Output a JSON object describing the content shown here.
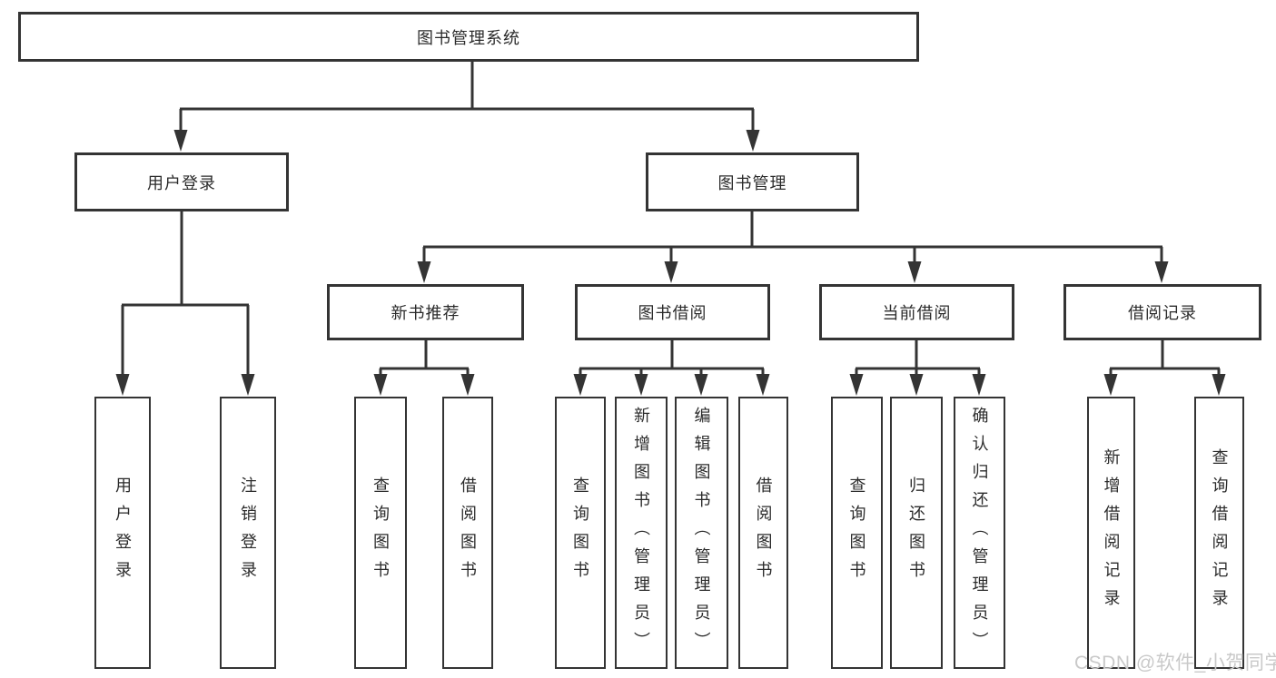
{
  "colors": {
    "line": "#343434",
    "border": "#343434",
    "text": "#2b2b2b",
    "watermark": "#c9c9c9",
    "background": "#ffffff"
  },
  "watermark": {
    "text": "CSDN @软件_小贺同学"
  },
  "tree": {
    "label": "图书管理系统",
    "children": [
      {
        "label": "用户登录",
        "children": [
          {
            "label": "用户登录"
          },
          {
            "label": "注销登录"
          }
        ]
      },
      {
        "label": "图书管理",
        "children": [
          {
            "label": "新书推荐",
            "children": [
              {
                "label": "查询图书"
              },
              {
                "label": "借阅图书"
              }
            ]
          },
          {
            "label": "图书借阅",
            "children": [
              {
                "label": "查询图书"
              },
              {
                "label": "新增图书（管理员）"
              },
              {
                "label": "编辑图书（管理员）"
              },
              {
                "label": "借阅图书"
              }
            ]
          },
          {
            "label": "当前借阅",
            "children": [
              {
                "label": "查询图书"
              },
              {
                "label": "归还图书"
              },
              {
                "label": "确认归还（管理员）"
              }
            ]
          },
          {
            "label": "借阅记录",
            "children": [
              {
                "label": "新增借阅记录"
              },
              {
                "label": "查询借阅记录"
              }
            ]
          }
        ]
      }
    ]
  }
}
